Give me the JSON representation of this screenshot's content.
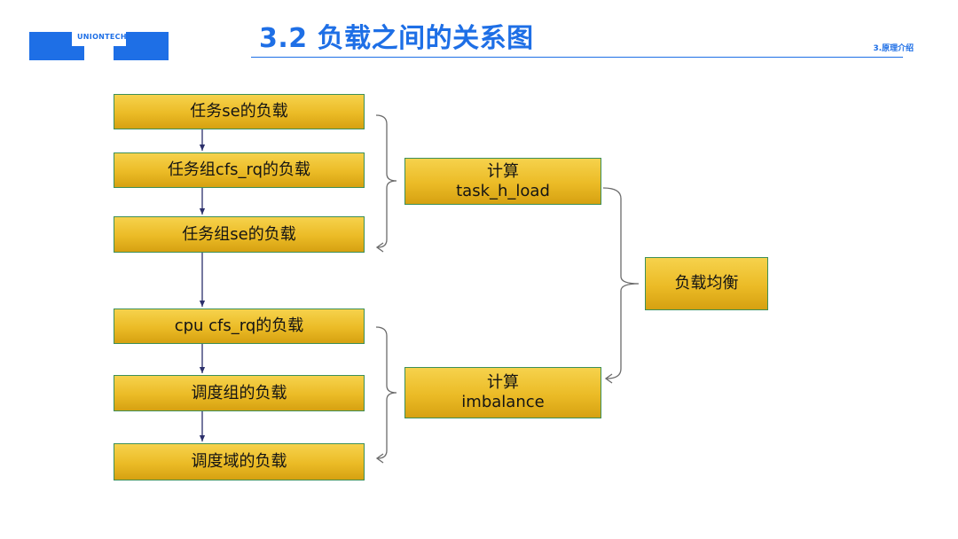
{
  "header": {
    "logo_text": "UNIONTECH",
    "title": "3.2 负载之间的关系图",
    "section_tag": "3.原理介绍"
  },
  "diagram": {
    "left_boxes": [
      "任务se的负载",
      "任务组cfs_rq的负载",
      "任务组se的负载",
      "cpu cfs_rq的负载",
      "调度组的负载",
      "调度域的负载"
    ],
    "calc_task_h_load": {
      "line1": "计算",
      "line2": "task_h_load"
    },
    "calc_imbalance": {
      "line1": "计算",
      "line2": "imbalance"
    },
    "load_balance": "负载均衡"
  },
  "colors": {
    "brand_blue": "#1e6fe6",
    "box_fill_top": "#f6d24c",
    "box_fill_bottom": "#d6a111",
    "box_border": "#3d8f58",
    "arrow_dark": "#2b2f6b",
    "connector_gray": "#6b6b6b"
  }
}
